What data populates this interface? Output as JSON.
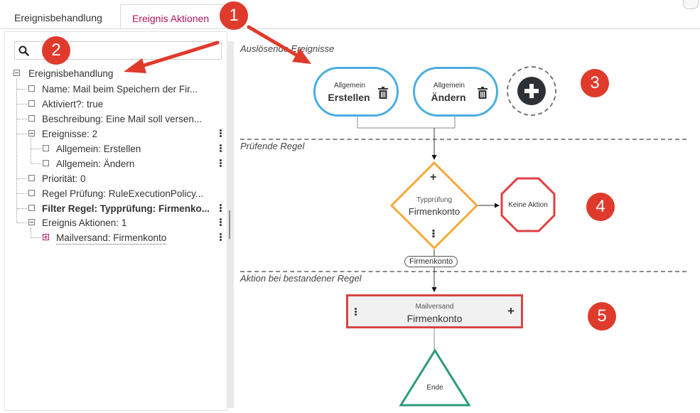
{
  "tabs": [
    {
      "label": "Ereignisbehandlung",
      "active": false
    },
    {
      "label": "Ereignis Aktionen",
      "active": true
    }
  ],
  "search": {
    "placeholder": "",
    "value": ""
  },
  "tree": {
    "root": "Ereignisbehandlung",
    "items": [
      "Name: Mail beim Speichern der Fir...",
      "Aktiviert?: true",
      "Beschreibung: Eine Mail soll versen...",
      "Ereignisse: 2",
      "Allgemein: Erstellen",
      "Allgemein: Ändern",
      "Priorität: 0",
      "Regel Prüfung: RuleExecutionPolicy...",
      "Filter Regel: Typprüfung: Firmenko...",
      "Ereignis Aktionen: 1",
      "Mailversand: Firmenkonto"
    ]
  },
  "canvas": {
    "section_trigger": "Auslösende Ereignisse",
    "section_rule": "Prüfende Regel",
    "section_action": "Aktion bei bestandener Regel",
    "events": [
      {
        "category": "Allgemein",
        "name": "Erstellen"
      },
      {
        "category": "Allgemein",
        "name": "Ändern"
      }
    ],
    "rule": {
      "category": "Typprüfung",
      "name": "Firmenkonto",
      "plus": "+"
    },
    "no_action": "Keine Aktion",
    "edge_label": "Firmenkonto",
    "action": {
      "category": "Mailversand",
      "name": "Firmenkonto",
      "plus": "+"
    },
    "end": "Ende"
  },
  "annotations": [
    "1",
    "2",
    "3",
    "4",
    "5"
  ],
  "colors": {
    "accent": "#b0155a",
    "event_border": "#4aaee0",
    "rule_border": "#f4a93a",
    "no_action_border": "#e04040",
    "action_border": "#d64545",
    "end_border": "#2e9b7a",
    "badge": "#e03a2c",
    "arrow": "#e03a2c"
  }
}
